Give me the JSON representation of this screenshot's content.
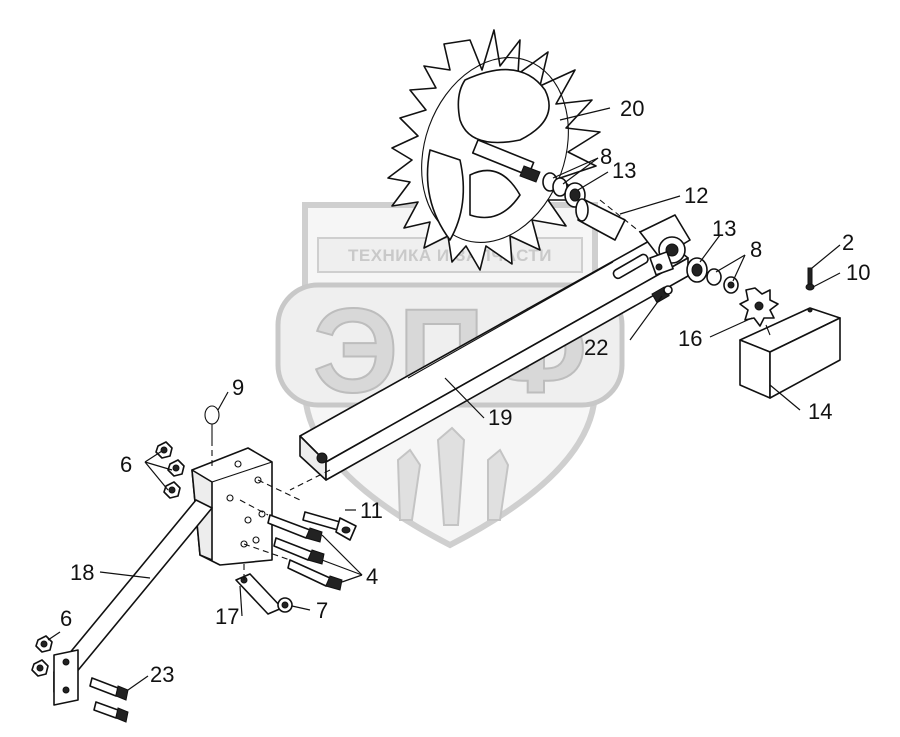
{
  "watermark": {
    "caption": "ТЕХНИКА И ЗАПЧАСТИ",
    "logo": "ЭПФ"
  },
  "callouts": [
    {
      "id": "c20",
      "text": "20"
    },
    {
      "id": "c8a",
      "text": "8"
    },
    {
      "id": "c13a",
      "text": "13"
    },
    {
      "id": "c12",
      "text": "12"
    },
    {
      "id": "c13b",
      "text": "13"
    },
    {
      "id": "c8b",
      "text": "8"
    },
    {
      "id": "c2",
      "text": "2"
    },
    {
      "id": "c10",
      "text": "10"
    },
    {
      "id": "c16",
      "text": "16"
    },
    {
      "id": "c22",
      "text": "22"
    },
    {
      "id": "c14",
      "text": "14"
    },
    {
      "id": "c9",
      "text": "9"
    },
    {
      "id": "c19",
      "text": "19"
    },
    {
      "id": "c6a",
      "text": "6"
    },
    {
      "id": "c11",
      "text": "11"
    },
    {
      "id": "c18",
      "text": "18"
    },
    {
      "id": "c4",
      "text": "4"
    },
    {
      "id": "c17",
      "text": "17"
    },
    {
      "id": "c7",
      "text": "7"
    },
    {
      "id": "c6b",
      "text": "6"
    },
    {
      "id": "c23",
      "text": "23"
    }
  ]
}
